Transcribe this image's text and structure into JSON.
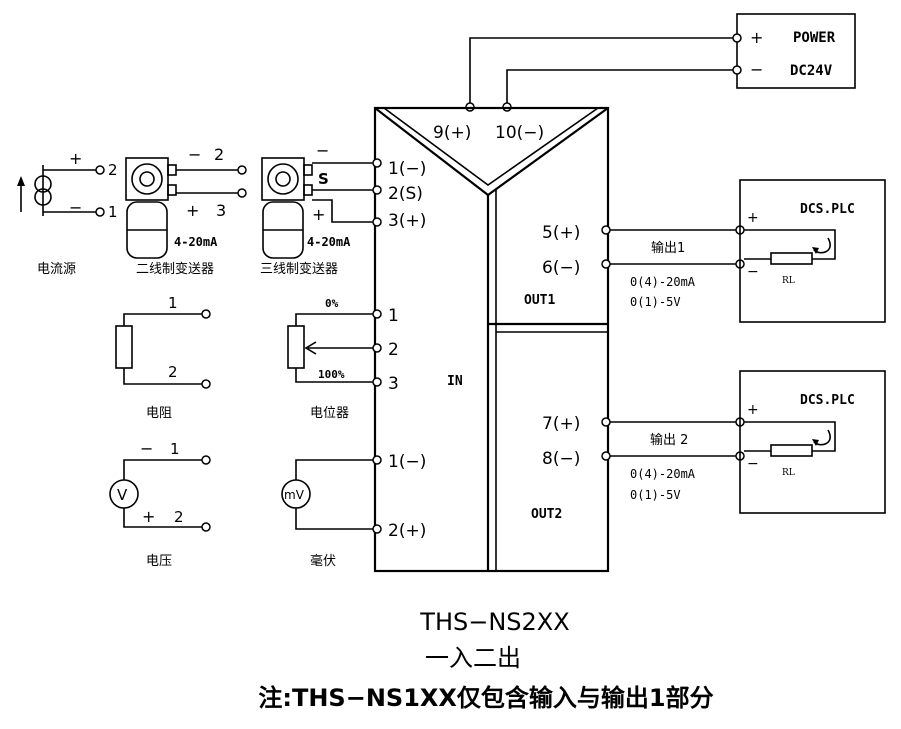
{
  "power": {
    "title": "POWER",
    "voltage": "DC24V",
    "plus": "+",
    "minus": "−"
  },
  "module": {
    "pin9": "9(+)",
    "pin10": "10(−)",
    "in_label": "IN",
    "out1_label": "OUT1",
    "out2_label": "OUT2",
    "pin5": "5(+)",
    "pin6": "6(−)",
    "pin7": "7(+)",
    "pin8": "8(−)"
  },
  "inputs": {
    "current_source": {
      "label": "电流源",
      "plus": "+",
      "minus": "−",
      "t2": "2",
      "t1": "1"
    },
    "two_wire": {
      "label": "二线制变送器",
      "minus": "−",
      "plus": "+",
      "t2": "2",
      "t3": "3",
      "range": "4-20mA"
    },
    "three_wire": {
      "label": "三线制变送器",
      "minus": "−",
      "s": "S",
      "plus": "+",
      "range": "4-20mA",
      "pin1": "1(−)",
      "pin2": "2(S)",
      "pin3": "3(+)"
    },
    "resistor": {
      "label": "电阻",
      "t1": "1",
      "t2": "2"
    },
    "potentiometer": {
      "label": "电位器",
      "zero": "0%",
      "hundred": "100%",
      "t1": "1",
      "t2": "2",
      "t3": "3"
    },
    "voltage": {
      "label": "电压",
      "symbol": "V",
      "minus": "−",
      "plus": "+",
      "t1": "1",
      "t2": "2"
    },
    "millivolt": {
      "label": "毫伏",
      "symbol": "mV",
      "pin1": "1(−)",
      "pin2": "2(+)"
    }
  },
  "outputs": [
    {
      "device": "DCS.PLC",
      "label": "输出1",
      "range1": "0(4)-20mA",
      "range2": "0(1)-5V",
      "load": "RL",
      "plus": "+",
      "minus": "−"
    },
    {
      "device": "DCS.PLC",
      "label": "输出 2",
      "range1": "0(4)-20mA",
      "range2": "0(1)-5V",
      "load": "RL",
      "plus": "+",
      "minus": "−"
    }
  ],
  "caption": {
    "model": "THS−NS2XX",
    "subtitle": "一入二出",
    "note": "注:THS−NS1XX仅包含输入与输出1部分"
  }
}
